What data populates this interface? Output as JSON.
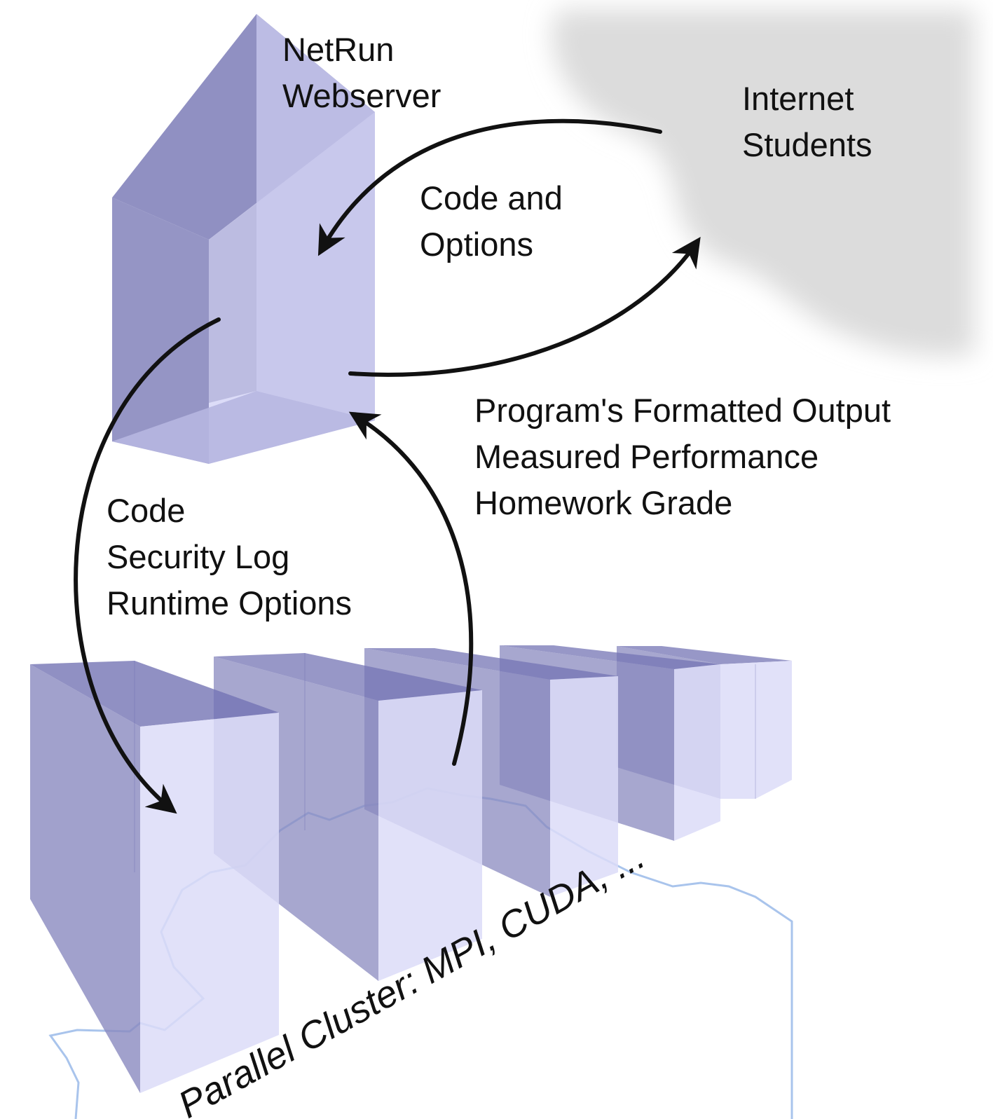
{
  "webserver": {
    "title_lines": [
      "NetRun",
      "Webserver"
    ]
  },
  "internet": {
    "title_lines": [
      "Internet",
      "Students"
    ]
  },
  "flows": {
    "request_lines": [
      "Code and",
      "Options"
    ],
    "response_lines": [
      "Program's Formatted Output",
      "Measured Performance",
      "Homework Grade"
    ],
    "job_lines": [
      "Code",
      "Security Log",
      "Runtime Options"
    ]
  },
  "cluster": {
    "label": "Parallel Cluster: MPI, CUDA, ..."
  },
  "colors": {
    "box_front": "#dcdcf8",
    "box_side": "#8a8abf",
    "box_top": "#7474b4",
    "cloud": "#dcdcdc",
    "map_line": "#a9c4ec",
    "arrow": "#111111"
  }
}
